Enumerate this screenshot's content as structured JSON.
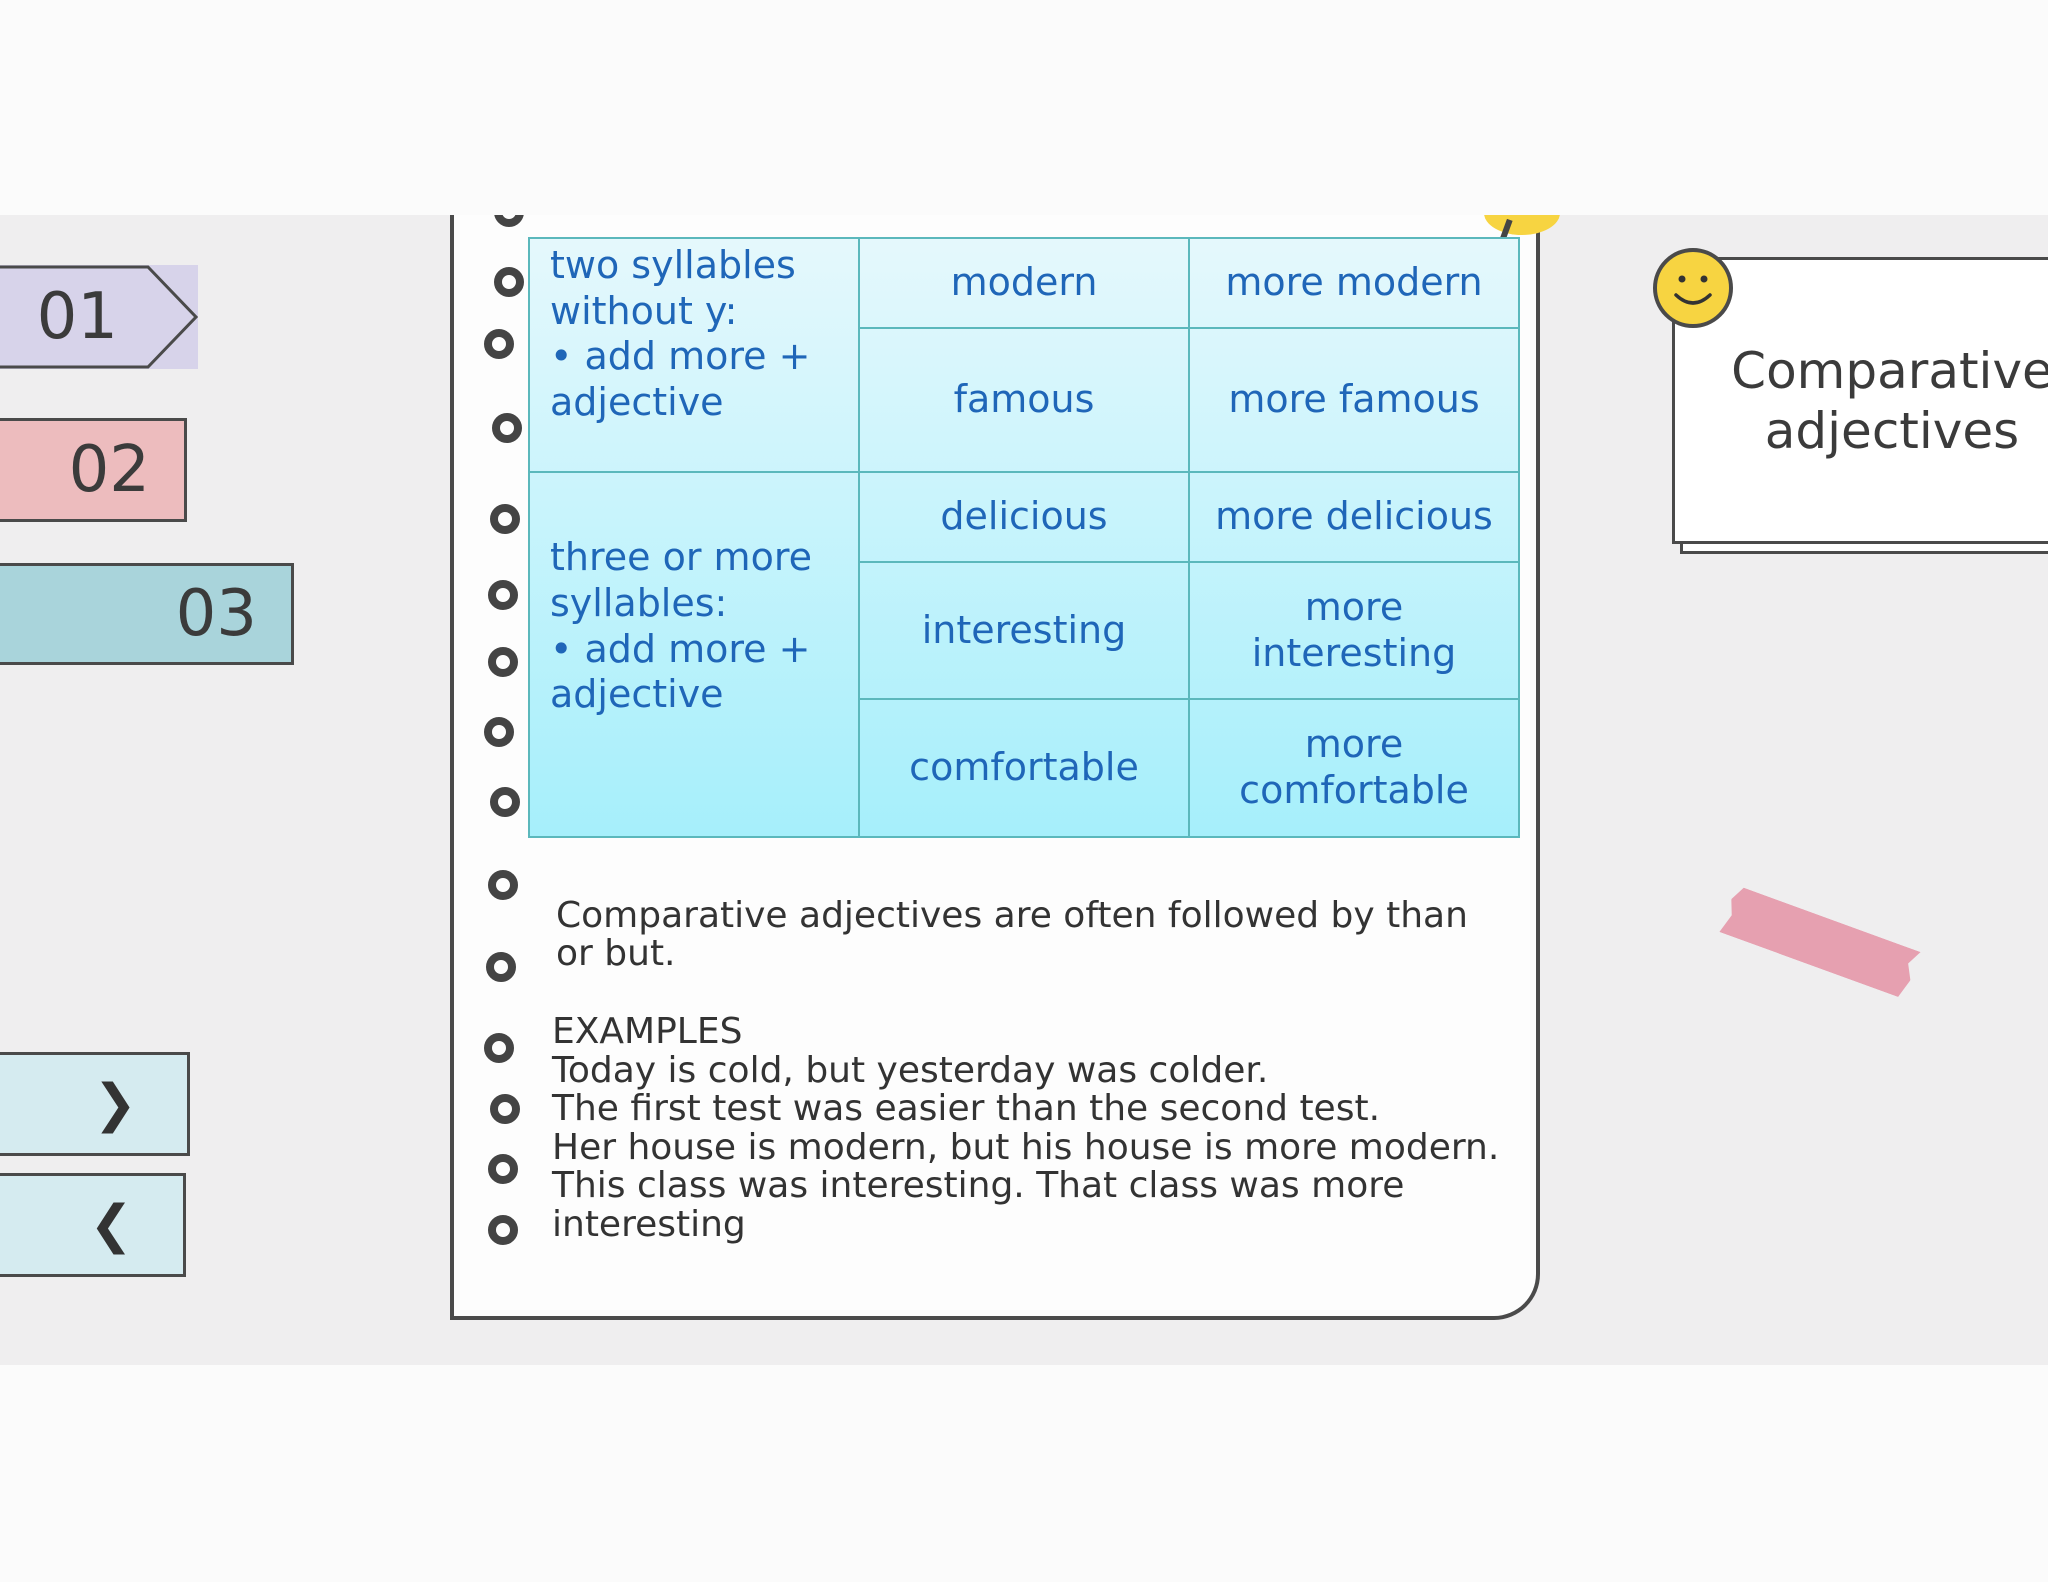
{
  "tabs": [
    {
      "label": "01"
    },
    {
      "label": "02"
    },
    {
      "label": "03"
    }
  ],
  "nav": {
    "next": "❯",
    "prev": "❮"
  },
  "card": {
    "title_line1": "Comparative",
    "title_line2": "adjectives"
  },
  "table": {
    "rule1": [
      "two syllables",
      "without y:",
      "• add more +",
      "adjective"
    ],
    "rule2": [
      "three or more",
      "syllables:",
      "• add more +",
      "adjective"
    ],
    "rows": [
      {
        "adjective": "modern",
        "comparative": "more modern"
      },
      {
        "adjective": "famous",
        "comparative": "more famous"
      },
      {
        "adjective": "delicious",
        "comparative": "more delicious"
      },
      {
        "adjective": "interesting",
        "comparative": "more interesting"
      },
      {
        "adjective": "comfortable",
        "comparative": "more comfortable"
      }
    ]
  },
  "note": "Comparative adjectives are often followed by than or but.",
  "examples": {
    "heading": "EXAMPLES",
    "lines": [
      "Today is cold, but yesterday was colder.",
      "The first test was easier than the second test.",
      "Her house is modern, but his house is more modern.",
      "This class was interesting. That class was more interesting"
    ]
  },
  "colors": {
    "tab1": "#d7d3ea",
    "tab2": "#edbcbe",
    "tab3": "#a9d4db",
    "table_text": "#1f66b8",
    "table_border": "#5bb8bc",
    "smiley": "#f7d441",
    "tape": "#e6a0b0"
  }
}
